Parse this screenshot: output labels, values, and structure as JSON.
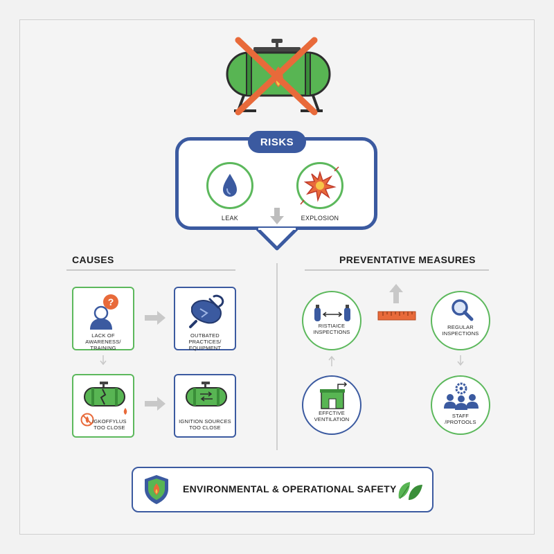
{
  "risks": {
    "title": "RISKS",
    "items": [
      {
        "label": "LEAK",
        "icon": "water-drop-icon"
      },
      {
        "label": "EXPLOSION",
        "icon": "explosion-icon"
      }
    ]
  },
  "causes": {
    "title": "CAUSES",
    "cards": [
      {
        "label": "LACK OF AWARENESS/\nTRAINING",
        "icon": "confused-person-icon"
      },
      {
        "label": "OUTBATED PRACTICES/\nEQUIPMENT",
        "icon": "broken-wrench-icon"
      },
      {
        "label": "IGKOFFYLUS\nTOO CLOSE",
        "icon": "cracked-tank-icon"
      },
      {
        "label": "IGNITION SOURCES\nTOO CLOSE",
        "icon": "tank-flow-icon"
      }
    ]
  },
  "measures": {
    "title": "PREVENTATIVE MEASURES",
    "items": [
      {
        "label": "RISTIAICE\nINSPECTIONS",
        "icon": "distance-cylinders-icon"
      },
      {
        "label": "REGULAR\nINSPECTIONS",
        "icon": "magnifier-icon"
      },
      {
        "label": "EFFCTIVE\nVENTILATION",
        "icon": "vent-building-icon"
      },
      {
        "label": "STAFF\n/PROTOOLS",
        "icon": "staff-gear-icon"
      }
    ]
  },
  "footer": {
    "title": "ENVIRONMENTAL & OPERATIONAL SAFETY",
    "icons": [
      "shield-fire-icon",
      "leaf-icon"
    ]
  },
  "colors": {
    "blue": "#3b5aa0",
    "green": "#5cb85c",
    "tank_green": "#58b553",
    "orange": "#e86a3a",
    "gray_arrow": "#bdbdbd"
  }
}
